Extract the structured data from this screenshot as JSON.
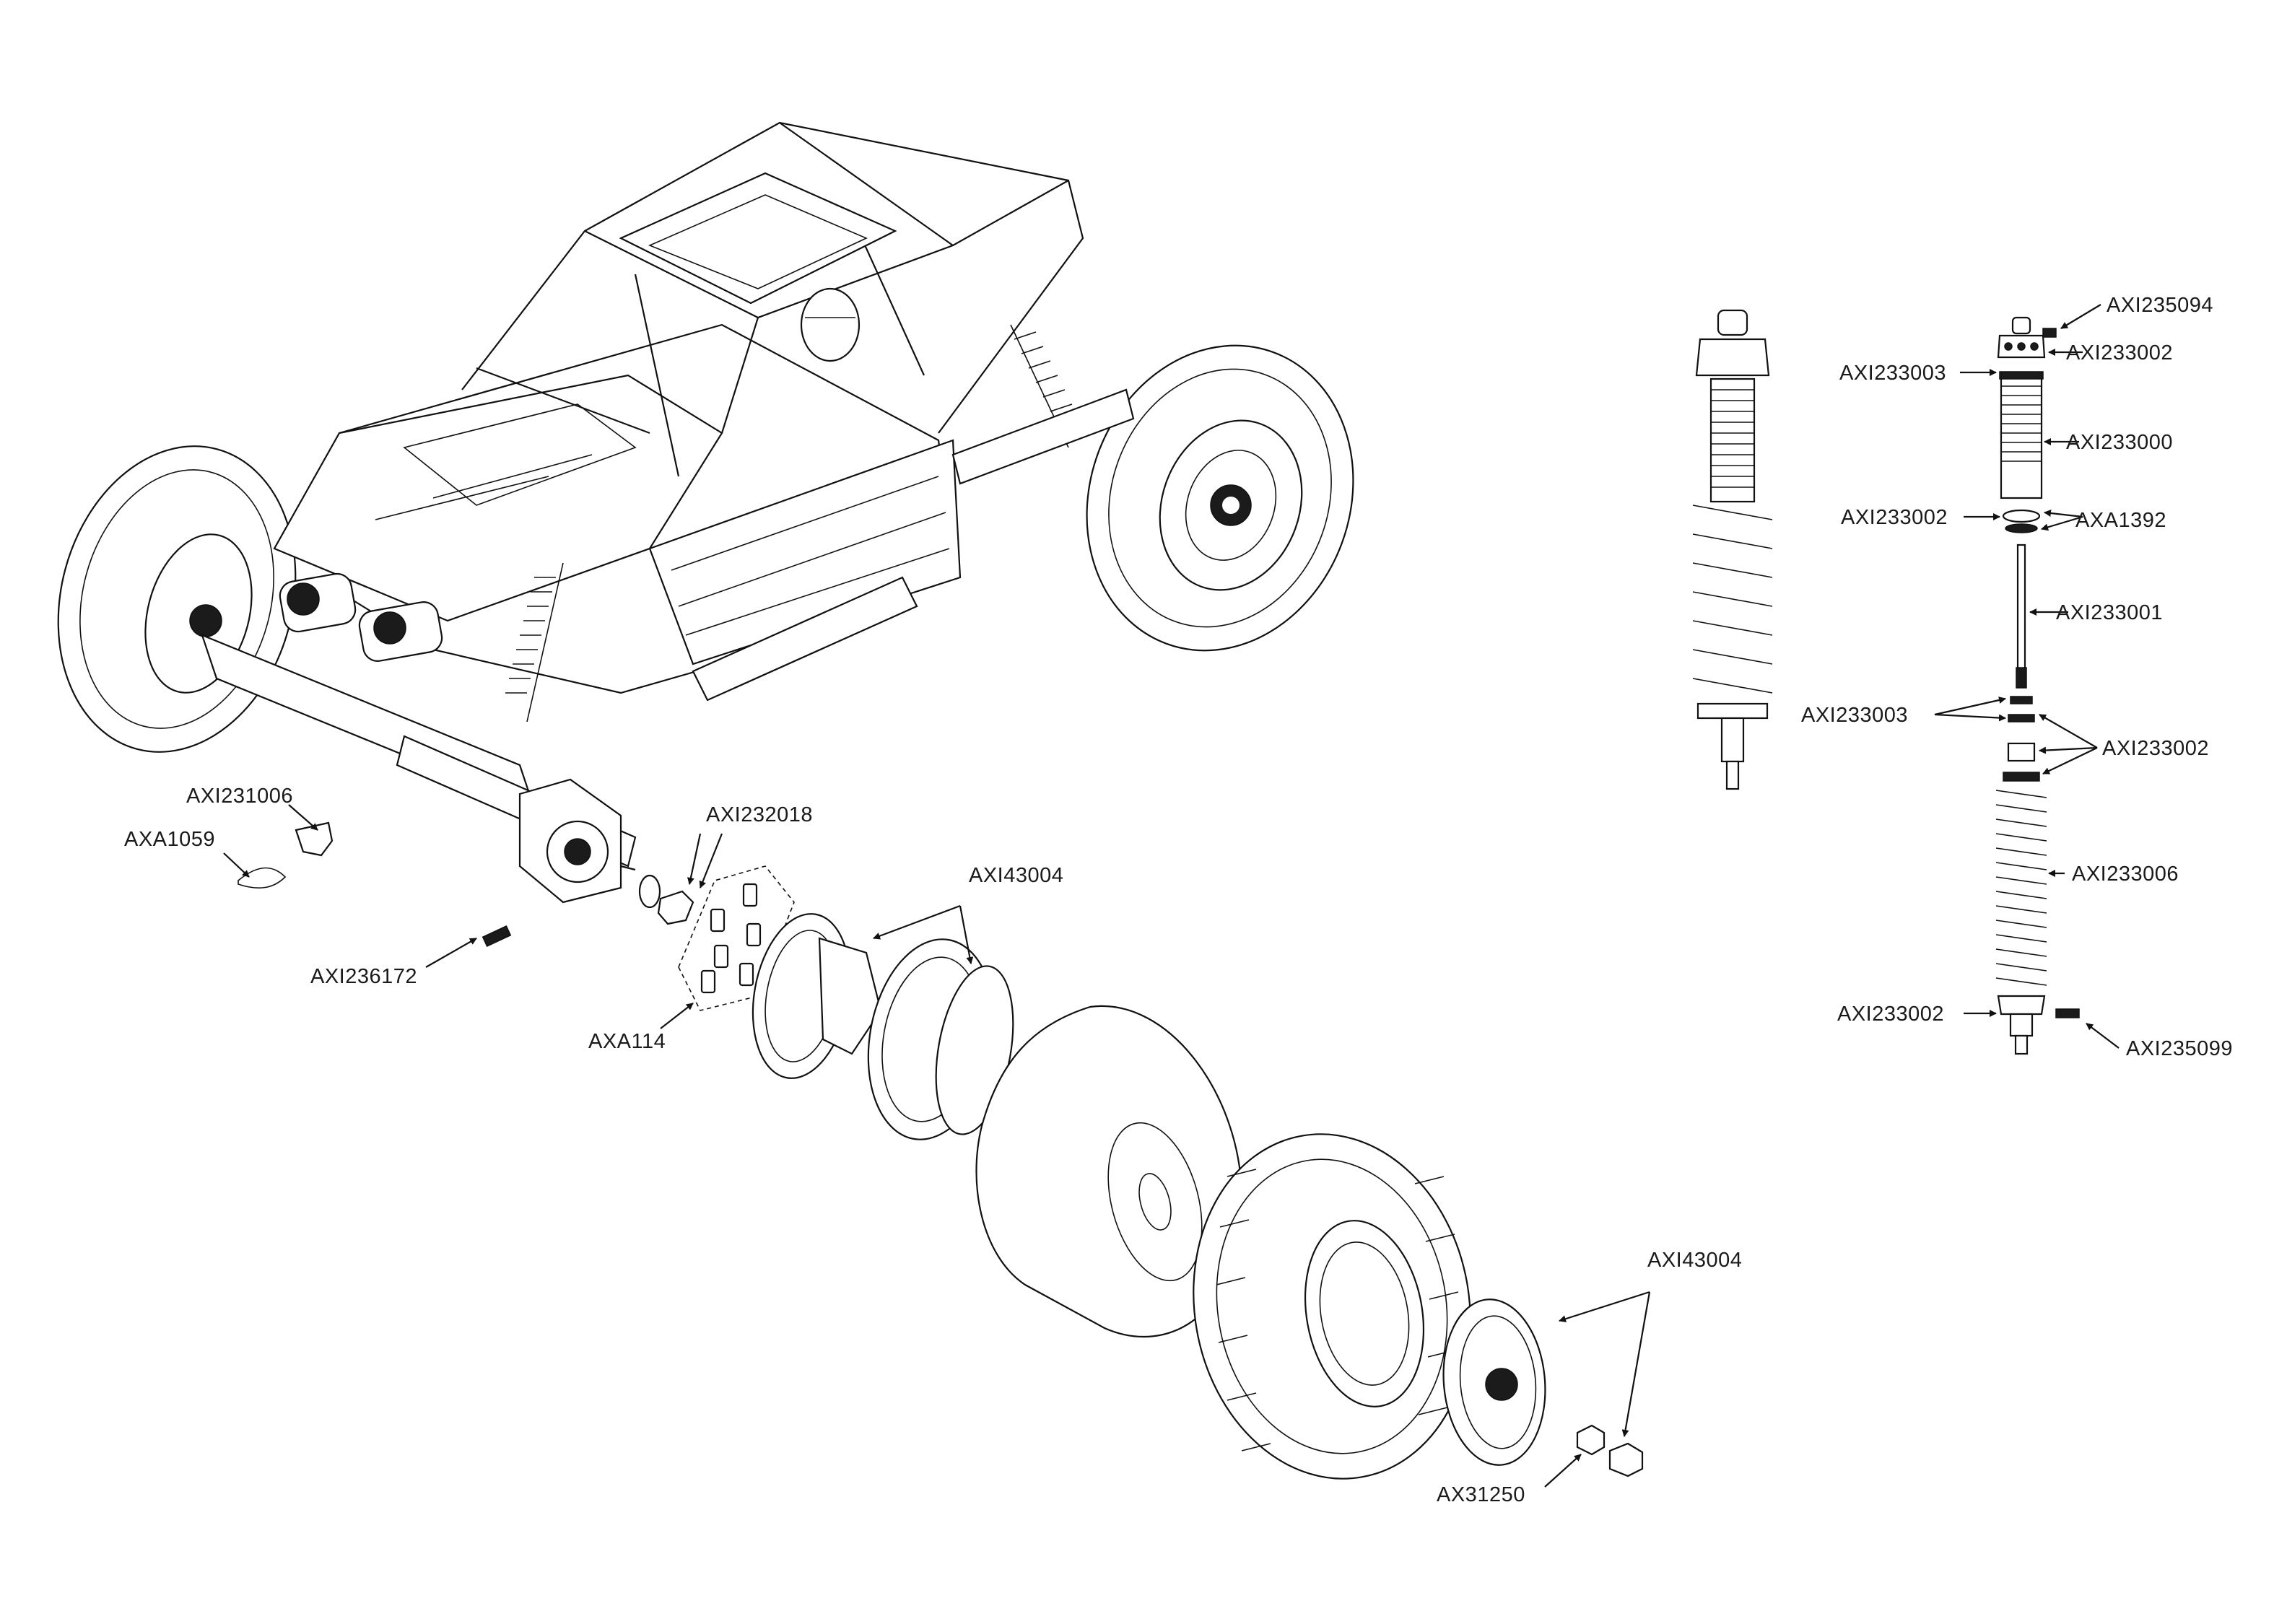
{
  "diagram": {
    "callouts": {
      "axi231006": "AXI231006",
      "axa1059": "AXA1059",
      "axi232018": "AXI232018",
      "axi43004_top": "AXI43004",
      "axi236172": "AXI236172",
      "axa114": "AXA114",
      "axi43004_bottom": "AXI43004",
      "ax31250": "AX31250",
      "axi235094": "AXI235094",
      "axi233002_a": "AXI233002",
      "axi233003_a": "AXI233003",
      "axi233000": "AXI233000",
      "axi233002_b": "AXI233002",
      "axa1392": "AXA1392",
      "axi233001": "AXI233001",
      "axi233003_b": "AXI233003",
      "axi233002_c": "AXI233002",
      "axi233006": "AXI233006",
      "axi233002_d": "AXI233002",
      "axi235099": "AXI235099"
    },
    "colors": {
      "line": "#111111",
      "background": "#ffffff",
      "text": "#1a1a1a"
    }
  }
}
